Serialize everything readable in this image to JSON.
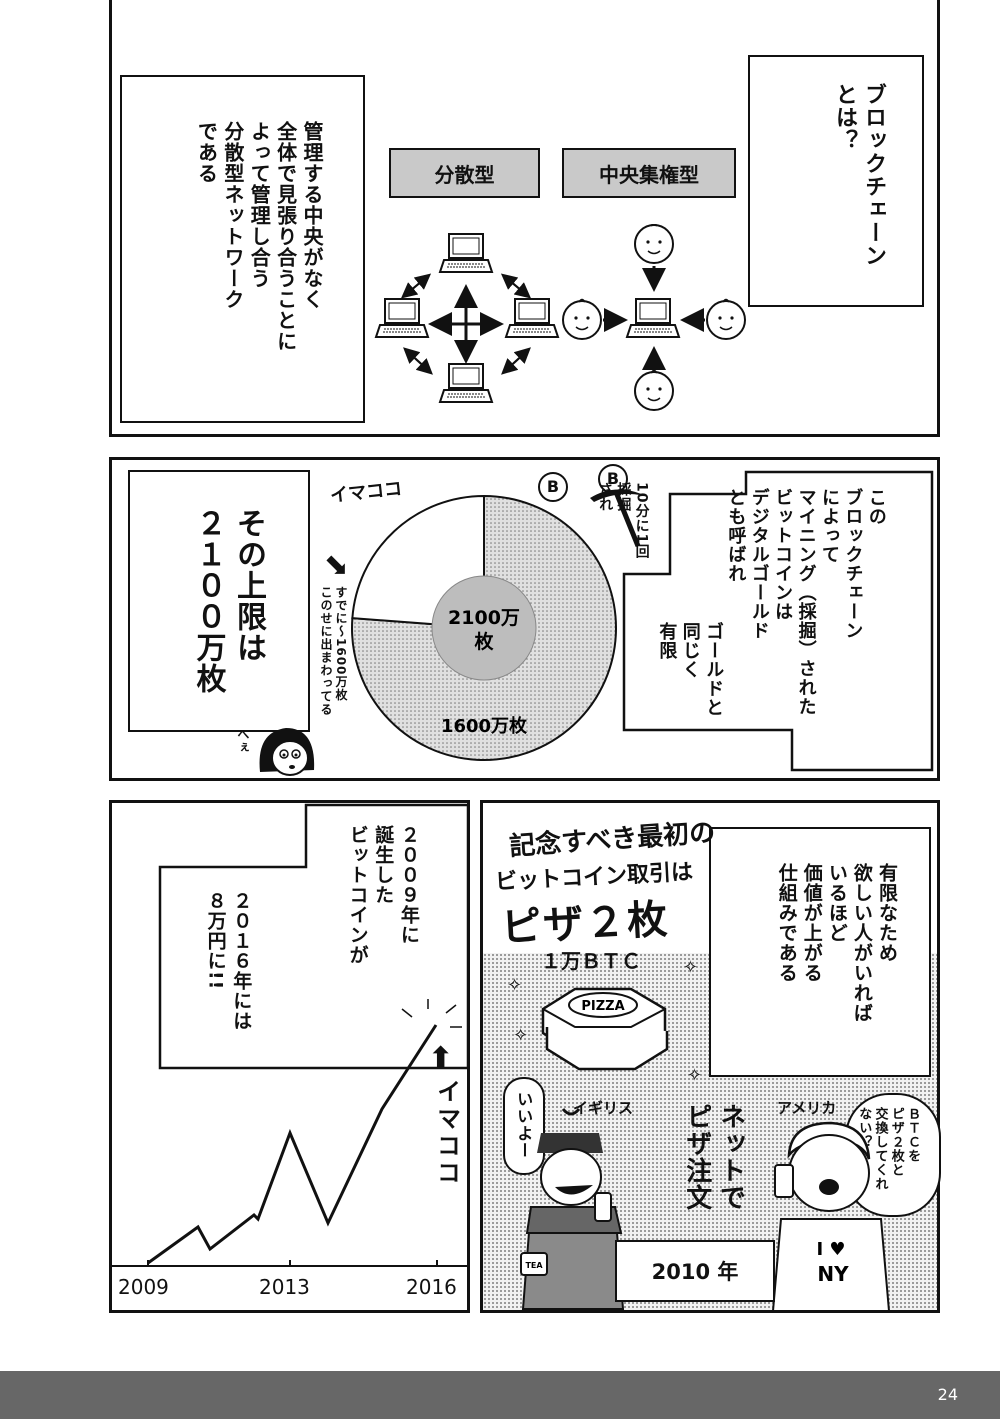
{
  "panel1": {
    "title_text": "ブロックチェーン\nとは？",
    "centralized_label": "中央集権型",
    "distributed_label": "分散型",
    "description": "管理する中央がなく\n全体で見張り合うことに\nよって管理し合う\n分散型ネットワーク\nである"
  },
  "panel2": {
    "narration": "この\nブロックチェーン\nによって\nマイニング（採掘）された\nビットコインは\nデジタルゴールド\nとも呼ばれ",
    "narration_sub": "ゴールドと\n同じく\n有限",
    "headline": "その上限は\n２１００万枚",
    "pie_center_label": "2100万\n枚",
    "pie_mined_label": "1600万枚",
    "pie_now_label": "イマココ",
    "pie_side_note": "すでに～1600万枚\nこのせに出まわってる",
    "mining_note": "10分に1回\n採掘\nされ",
    "reaction": "へぇ",
    "bitcoin_symbol": "B",
    "chart_data": {
      "type": "pie",
      "total_label": "2100万枚",
      "slices": [
        {
          "label": "1600万枚",
          "value": 1600
        },
        {
          "label": "",
          "value": 500
        }
      ]
    }
  },
  "panel3": {
    "caption1": "２００９年に\n誕生した\nビットコインが",
    "caption2": "２０１６年には\n８万円に!!",
    "now_label": "イマココ",
    "x_ticks": [
      "2009",
      "2013",
      "2016"
    ],
    "chart_data": {
      "type": "line",
      "x_ticks": [
        "2009",
        "2013",
        "2016"
      ],
      "xlabel": "",
      "ylabel": ""
    }
  },
  "panel4": {
    "caption": "有限なため\n欲しい人がいれば\nいるほど\n価値が上がる\n仕組みである",
    "hand_title_1": "記念すべき最初の",
    "hand_title_2": "ビットコイン取引は",
    "hand_title_3": "ピザ２枚",
    "btc_amount": "１万ＢＴＣ",
    "pizza_label": "PIZZA",
    "uk_label": "イギリス",
    "us_label": "アメリカ",
    "uk_speech": "いいよー",
    "us_speech": "ＢＴＣを\nピザ２枚と\n交換してくれ\nない？",
    "order_text": "ネットで\nピザ注文",
    "tea_label": "TEA",
    "shirt_text": "I ♥\nNY",
    "year_box": "2010 年"
  },
  "page_number": "24"
}
